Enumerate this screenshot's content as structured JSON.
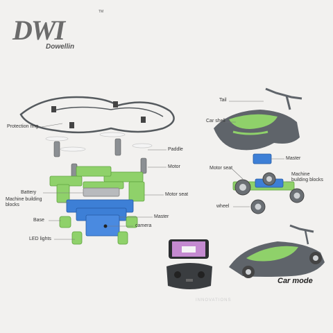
{
  "brand": {
    "mark": "DWI",
    "name": "Dowellin",
    "tm": "TM"
  },
  "colors": {
    "green": "#8fd16a",
    "blue": "#3d7fd6",
    "gray": "#5f646a",
    "frame": "#555a5e"
  },
  "drone_labels": {
    "protection_ring": "Protection ring",
    "paddle": "Paddle",
    "motor": "Motor",
    "battery": "Battery",
    "machine_building_blocks": "Machine building blocks",
    "motor_seat": "Motor seat",
    "base": "Base",
    "master": "Master",
    "camera": "camera",
    "led_lights": "LED lights"
  },
  "car_labels": {
    "tail": "Tail",
    "car_shell": "Car shell",
    "master": "Master",
    "motor_seat": "Motor seat",
    "machine_building_blocks": "Machine building blocks",
    "wheel": "wheel"
  },
  "car_mode": "Car mode",
  "watermark": "INNOVATIONS"
}
